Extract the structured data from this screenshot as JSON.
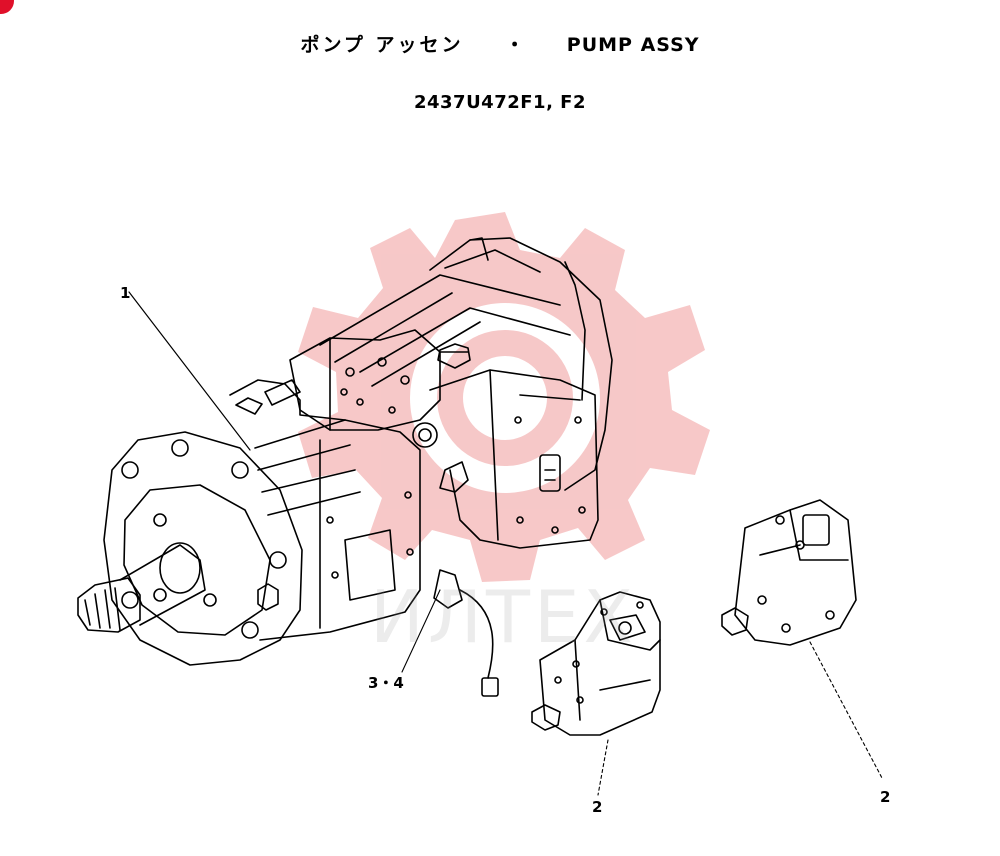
{
  "header": {
    "title_jp": "ポンプ アッセン",
    "title_sep": "・",
    "title_en": "PUMP ASSY",
    "part_number": "2437U472F1, F2"
  },
  "callouts": [
    {
      "id": "c1",
      "label": "1"
    },
    {
      "id": "c34",
      "label": "3・4"
    },
    {
      "id": "c2a",
      "label": "2"
    },
    {
      "id": "c2b",
      "label": "2"
    }
  ],
  "watermark": {
    "text": "ИЛТЕХ",
    "color": "#f4b6b6"
  },
  "colors": {
    "line": "#000000",
    "background": "#ffffff",
    "corner_mark": "#e0102a"
  }
}
